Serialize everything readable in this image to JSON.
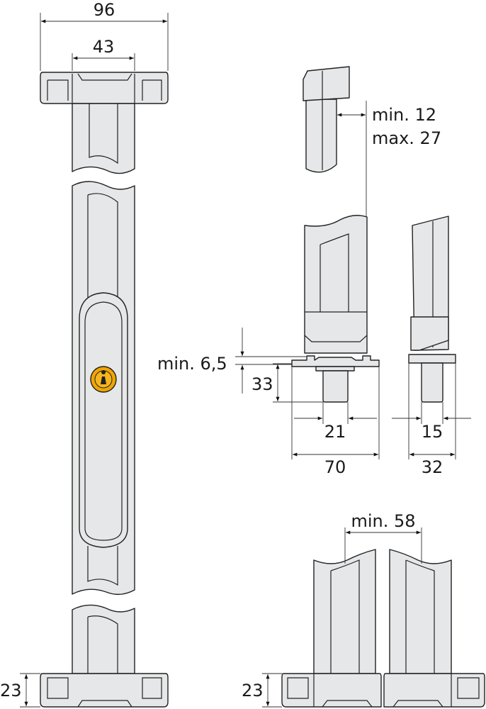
{
  "title": "Window bar lock dimensional drawing",
  "colors": {
    "part_fill": "#e6e7e8",
    "line": "#222222",
    "cylinder": "#f0a500"
  },
  "dimensions": {
    "total_width": "96",
    "bar_width": "43",
    "gap_range_min": "min. 12",
    "gap_range_max": "max. 27",
    "min_clearance": "min. 6,5",
    "keeper_height": "33",
    "post_width": "21",
    "plate_width": "70",
    "post_depth": "15",
    "plate_depth": "32",
    "min_gap_double": "min. 58",
    "cap_height_left": "23",
    "cap_height_right": "23"
  }
}
